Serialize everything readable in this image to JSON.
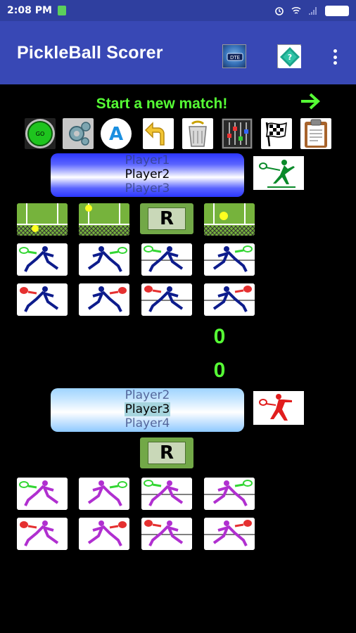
{
  "status_bar": {
    "time": "2:08 PM"
  },
  "app_bar": {
    "title": "PickleBall Scorer",
    "dte_label": "DTE",
    "help_label": "?"
  },
  "start_message": "Start a new match!",
  "toolbar": {
    "go_label": "GO",
    "a_label": "A"
  },
  "team1": {
    "players": [
      "Player1",
      "Player2",
      "Player3"
    ],
    "reset_label": "R",
    "score": "0"
  },
  "team2": {
    "players": [
      "Player2",
      "Player3",
      "Player4"
    ],
    "reset_label": "R",
    "score": "0"
  },
  "colors": {
    "appbar": "#3848b5",
    "statusbar": "#2f3f9f",
    "accent_green": "#56ff35",
    "team1": "#0d1c8c",
    "team2": "#b02fd0",
    "serve_green": "#33d633",
    "serve_red": "#e53030"
  }
}
